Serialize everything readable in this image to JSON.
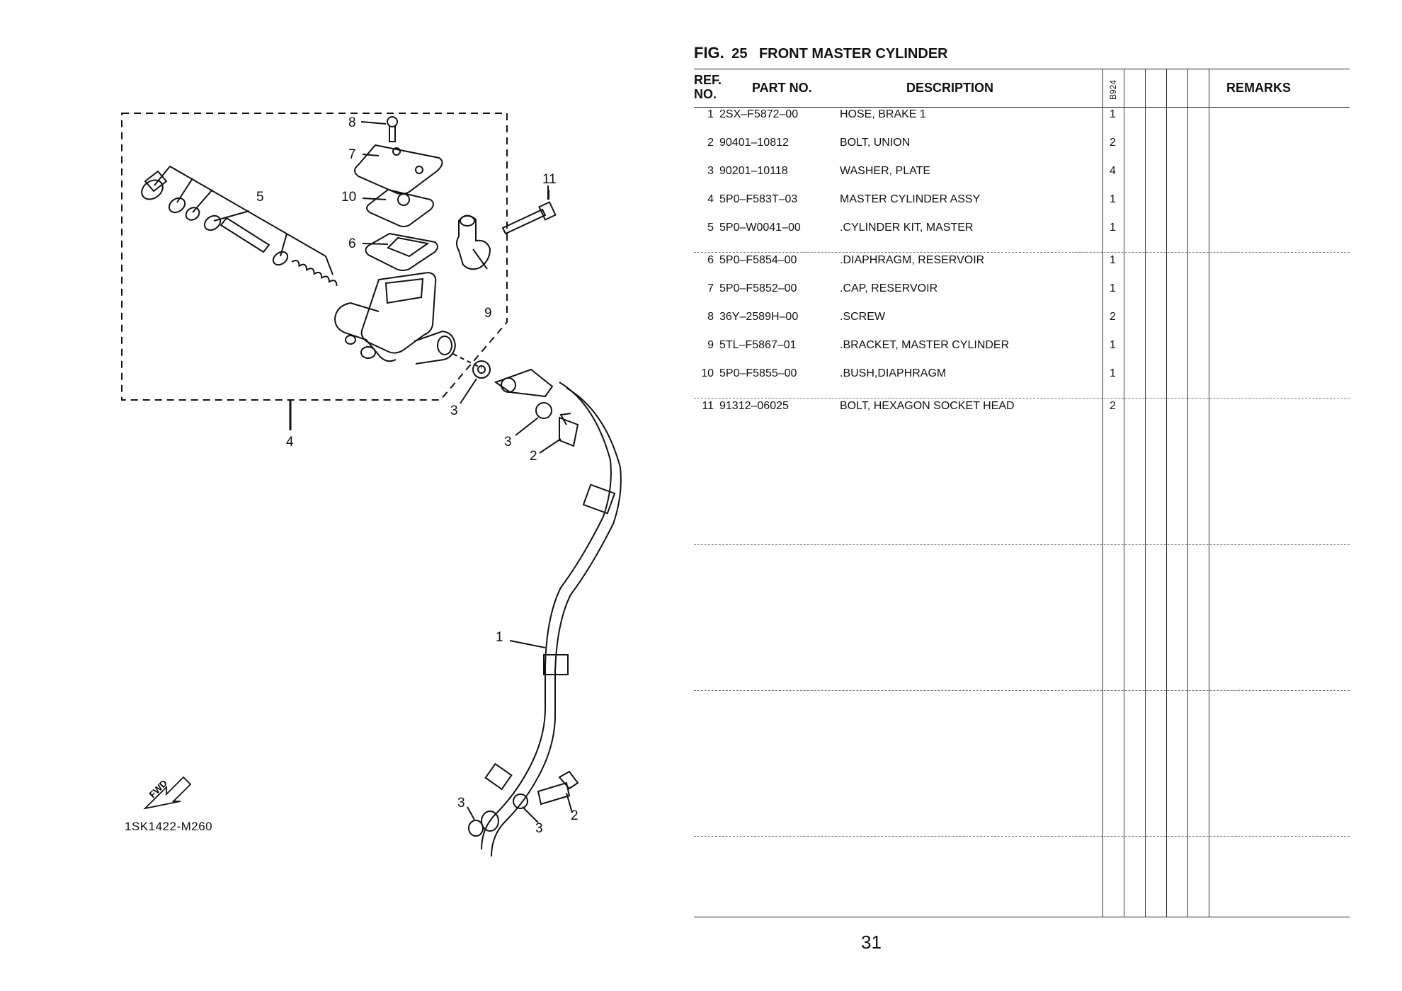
{
  "figure": {
    "label": "FIG.",
    "number": "25",
    "title": "FRONT MASTER CYLINDER"
  },
  "table": {
    "headers": {
      "ref_no_line1": "REF.",
      "ref_no_line2": "NO.",
      "part_no": "PART NO.",
      "description": "DESCRIPTION",
      "model_code": "B924",
      "remarks": "REMARKS"
    },
    "rows": [
      {
        "ref": "1",
        "part_no": "2SX–F5872–00",
        "description": "HOSE, BRAKE 1",
        "qty": "1"
      },
      {
        "ref": "2",
        "part_no": "90401–10812",
        "description": "BOLT, UNION",
        "qty": "2"
      },
      {
        "ref": "3",
        "part_no": "90201–10118",
        "description": "WASHER, PLATE",
        "qty": "4"
      },
      {
        "ref": "4",
        "part_no": "5P0–F583T–03",
        "description": "MASTER CYLINDER ASSY",
        "qty": "1"
      },
      {
        "ref": "5",
        "part_no": "5P0–W0041–00",
        "description": ".CYLINDER KIT, MASTER",
        "qty": "1"
      },
      {
        "ref": "6",
        "part_no": "5P0–F5854–00",
        "description": ".DIAPHRAGM, RESERVOIR",
        "qty": "1"
      },
      {
        "ref": "7",
        "part_no": "5P0–F5852–00",
        "description": ".CAP, RESERVOIR",
        "qty": "1"
      },
      {
        "ref": "8",
        "part_no": "36Y–2589H–00",
        "description": ".SCREW",
        "qty": "2"
      },
      {
        "ref": "9",
        "part_no": "5TL–F5867–01",
        "description": ".BRACKET, MASTER CYLINDER",
        "qty": "1"
      },
      {
        "ref": "10",
        "part_no": "5P0–F5855–00",
        "description": ".BUSH,DIAPHRAGM",
        "qty": "1"
      },
      {
        "ref": "11",
        "part_no": "91312–06025",
        "description": "BOLT, HEXAGON SOCKET HEAD",
        "qty": "2"
      }
    ]
  },
  "diagram": {
    "drawing_code": "1SK1422-M260",
    "fwd_label": "FWD",
    "callouts": [
      "8",
      "7",
      "10",
      "6",
      "5",
      "11",
      "9",
      "3",
      "4",
      "3",
      "2",
      "1",
      "3",
      "3",
      "2"
    ]
  },
  "page_number": "31"
}
